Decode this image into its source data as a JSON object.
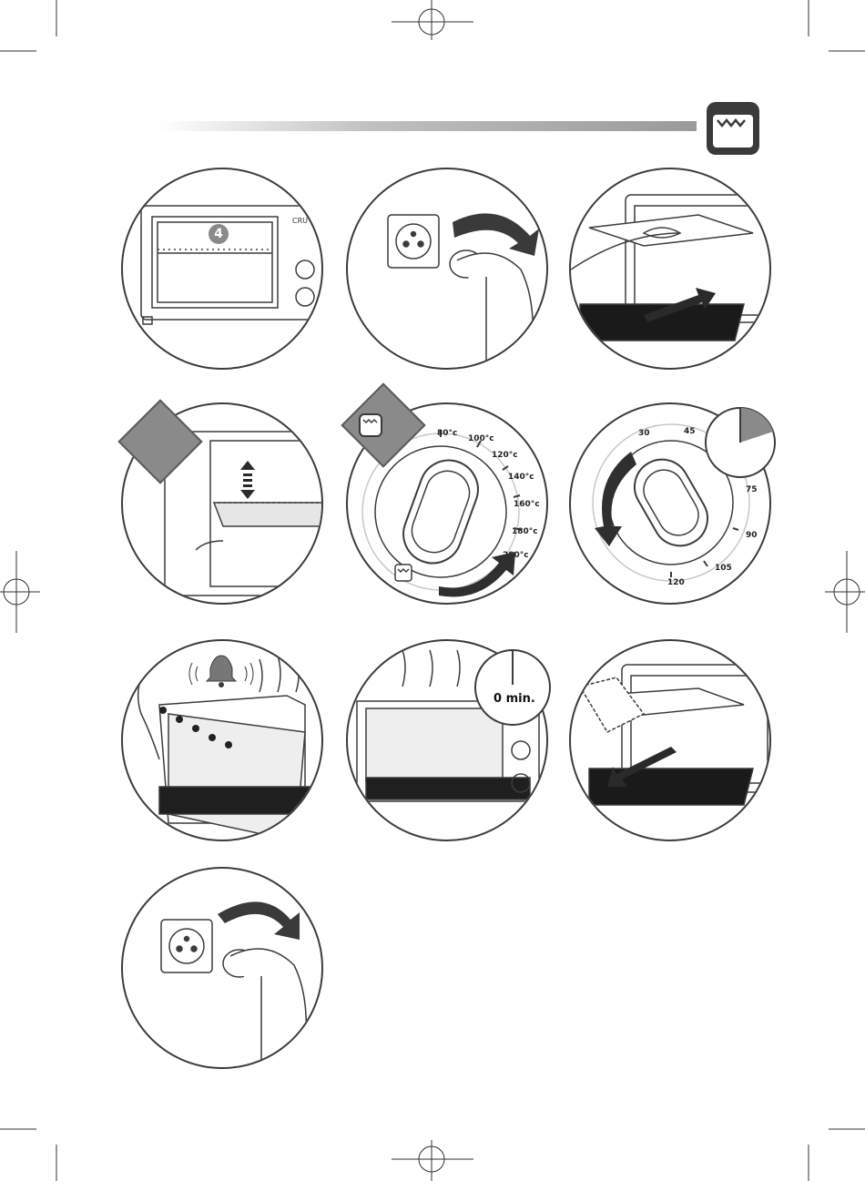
{
  "header": {
    "icon": "oven-icon"
  },
  "steps": {
    "s1": {
      "badge": "4",
      "brand": "CRU"
    },
    "s5": {
      "temps": [
        "80°c",
        "100°c",
        "120°c",
        "140°c",
        "160°c",
        "180°c",
        "200°c"
      ]
    },
    "s6": {
      "minutes": [
        "30",
        "45",
        "75",
        "90",
        "105",
        "120"
      ]
    },
    "s8": {
      "timer_label": "0 min."
    }
  },
  "colors": {
    "line": "#3c3c3c",
    "gray": "#8a8a8a",
    "dark": "#333333"
  }
}
